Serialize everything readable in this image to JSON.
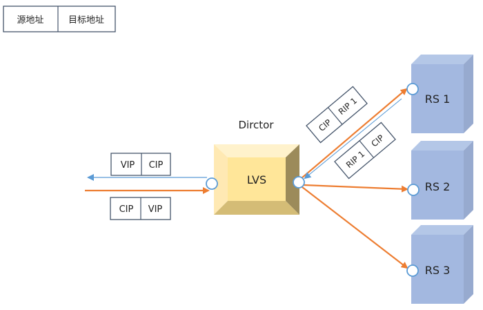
{
  "legend": {
    "source_label": "源地址",
    "dest_label": "目标地址"
  },
  "director": {
    "title": "Dirctor",
    "label": "LVS"
  },
  "packets": {
    "response_to_client": {
      "src": "VIP",
      "dst": "CIP"
    },
    "request_from_client": {
      "src": "CIP",
      "dst": "VIP"
    },
    "request_to_rs1": {
      "src": "CIP",
      "dst": "RIP 1"
    },
    "response_from_rs1": {
      "src": "RIP 1",
      "dst": "CIP"
    }
  },
  "servers": [
    {
      "label": "RS 1"
    },
    {
      "label": "RS 2"
    },
    {
      "label": "RS 3"
    }
  ],
  "colors": {
    "request_arrow": "#ED7D31",
    "response_arrow": "#5B9BD5",
    "server_front": "#A3B8E0",
    "director_center": "#FFE699",
    "box_border": "#44546A"
  }
}
